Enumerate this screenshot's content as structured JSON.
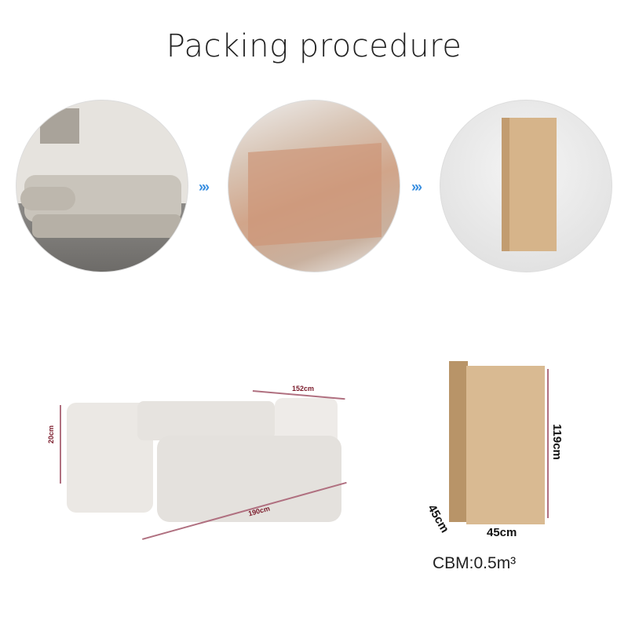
{
  "title": "Packing procedure",
  "steps": [
    {
      "name": "sofa"
    },
    {
      "name": "vacuum-packed"
    },
    {
      "name": "carton-box"
    }
  ],
  "arrow_glyph": "»»",
  "accent": "#3a8fe0",
  "sofa_dims": {
    "depth": "152cm",
    "height": "20cm",
    "length": "190cm"
  },
  "box_dims": {
    "height": "119cm",
    "depth": "45cm",
    "width": "45cm"
  },
  "cbm": "CBM:0.5m³"
}
